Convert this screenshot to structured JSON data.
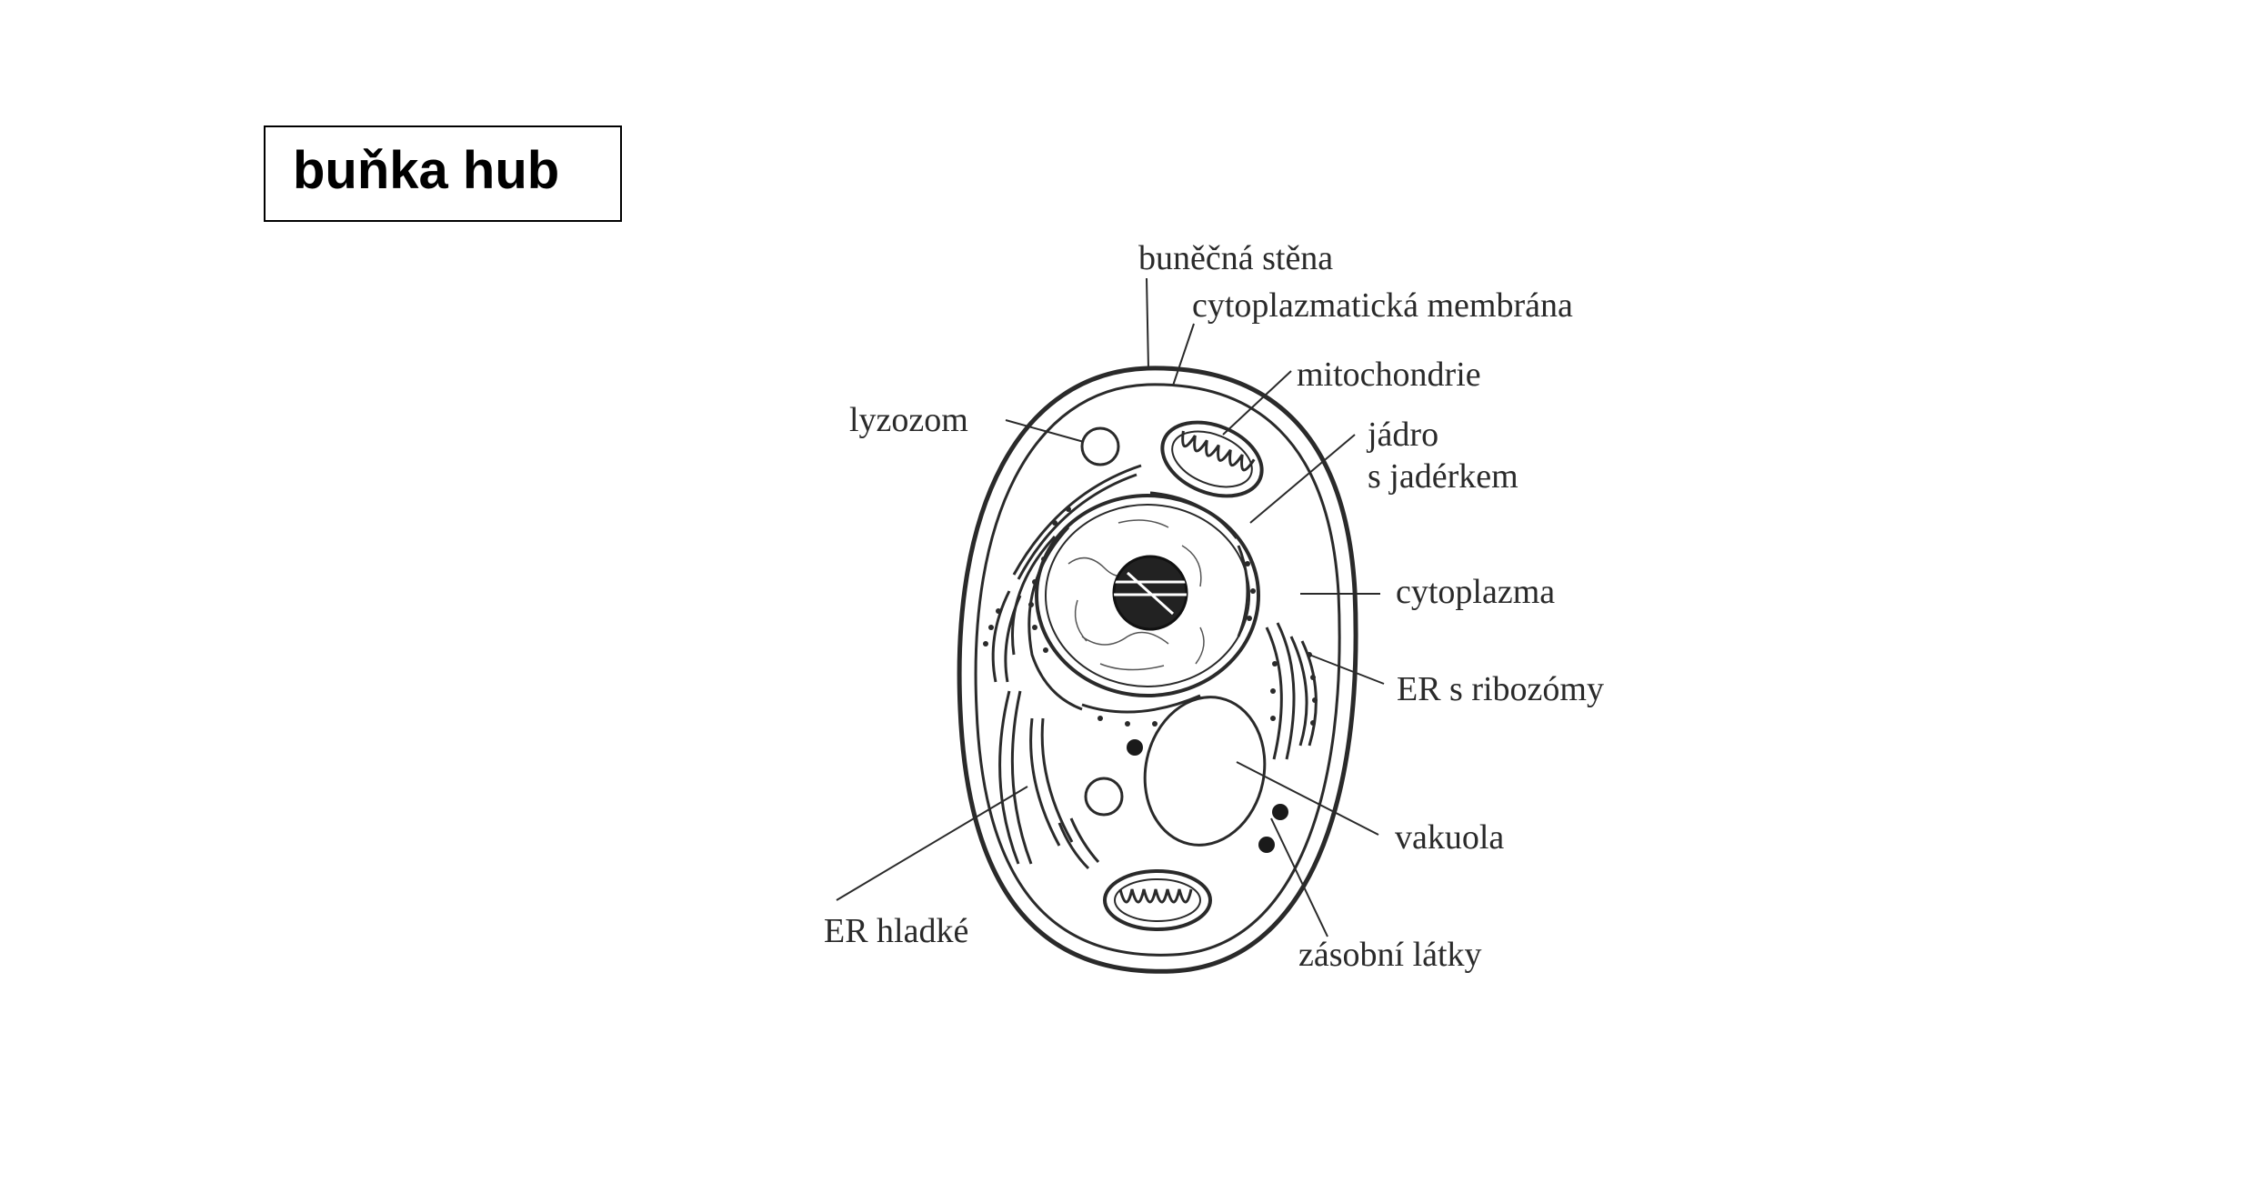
{
  "title": "buňka hub",
  "labels": {
    "cell_wall": "buněčná stěna",
    "plasma_membrane": "cytoplazmatická membrána",
    "mitochondria": "mitochondrie",
    "lysosome": "lyzozom",
    "nucleus_line1": "jádro",
    "nucleus_line2": "s jadérkem",
    "cytoplasm": "cytoplazma",
    "rough_er": "ER s ribozómy",
    "smooth_er": "ER hladké",
    "vacuole": "vakuola",
    "storage": "zásobní látky"
  },
  "colors": {
    "ink": "#2a2a2a",
    "title_border": "#000000"
  }
}
